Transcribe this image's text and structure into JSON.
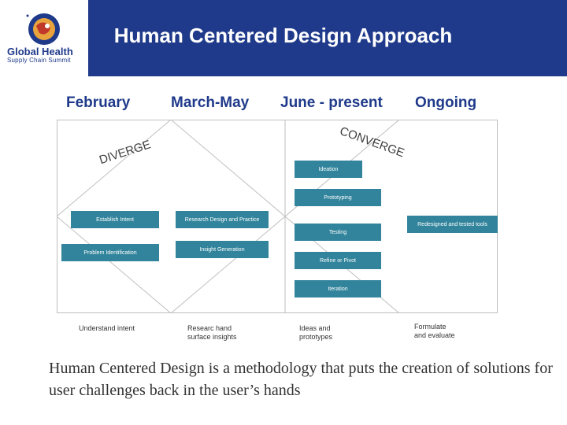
{
  "header": {
    "title": "Human Centered Design Approach"
  },
  "logo": {
    "line1": "Global Health",
    "line2": "Supply Chain Summit"
  },
  "phases": [
    "February",
    "March-May",
    "June - present",
    "Ongoing"
  ],
  "diverge_label": "DIVERGE",
  "converge_label": "CONVERGE",
  "steps": {
    "establish_intent": "Establish Intent",
    "problem_identification": "Problem Identification",
    "research_design": "Research Design and Practice",
    "insight_generation": "Insight Generation",
    "ideation": "Ideation",
    "prototyping": "Prototyping",
    "testing": "Testing",
    "refine_pivot": "Refine or Pivot",
    "iteration": "Iteration",
    "redesigned": "Redesigned and tested tools"
  },
  "captions": {
    "understand": "Understand intent",
    "research_line1": "Researc hand",
    "research_line2": "surface insights",
    "ideas_line1": "Ideas and",
    "ideas_line2": "prototypes",
    "formulate_line1": "Formulate",
    "formulate_line2": "and evaluate"
  },
  "footer": {
    "text": "Human Centered Design is a methodology that puts the creation of solutions for user challenges back in the user’s hands"
  },
  "colors": {
    "header": "#1f3a8a",
    "box": "#31849b"
  }
}
